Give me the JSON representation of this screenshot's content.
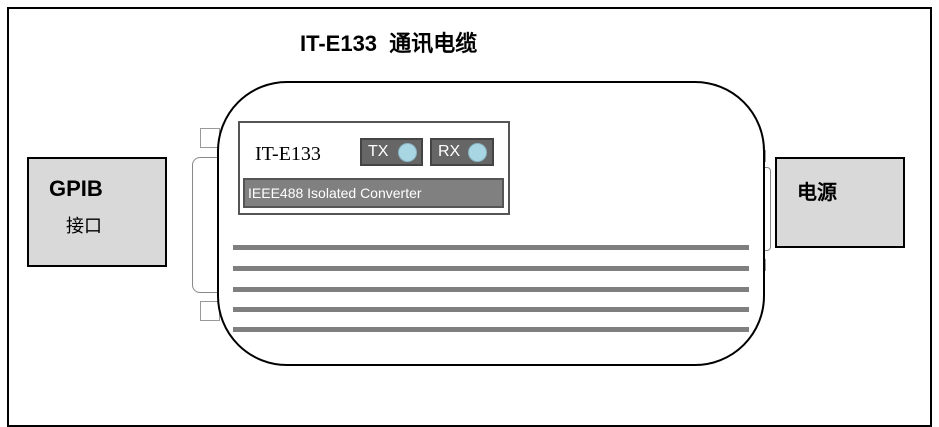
{
  "title": "IT-E133  通讯电缆",
  "left_box": {
    "label": "GPIB",
    "sublabel": "接口"
  },
  "right_box": {
    "label": "电源"
  },
  "device": {
    "model": "IT-E133",
    "tx_label": "TX",
    "rx_label": "RX",
    "subtitle": "IEEE488 Isolated Converter"
  },
  "colors": {
    "box_fill": "#d9d9d9",
    "led": "#a9d6e3",
    "label_bar": "#808080",
    "stripe": "#7f7f7f"
  }
}
